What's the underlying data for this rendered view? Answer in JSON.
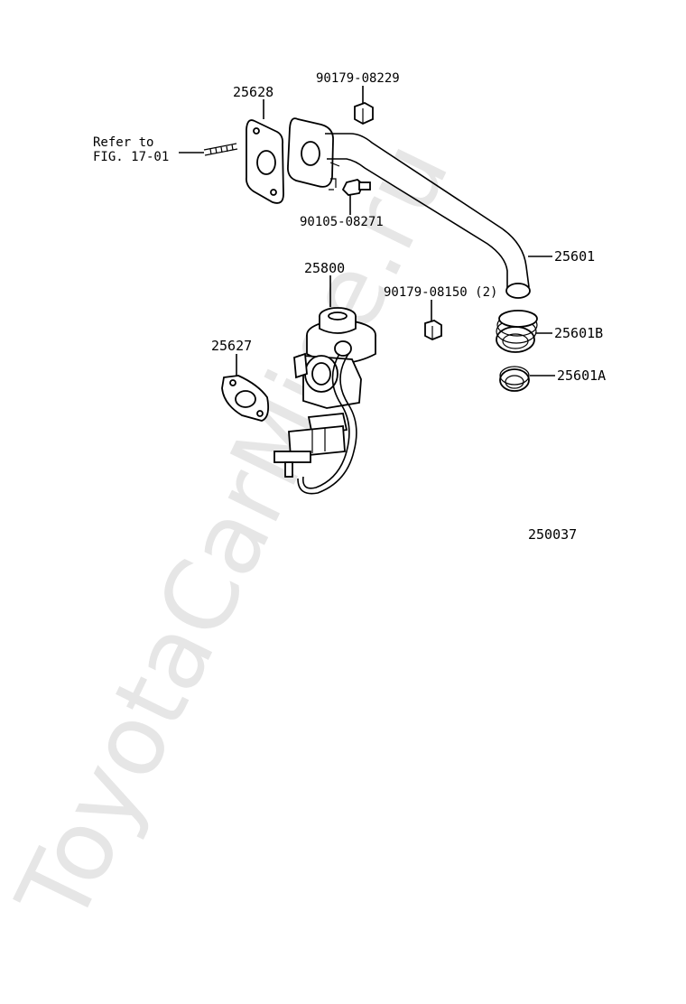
{
  "watermark": "ToyotaCarMine.ru",
  "figure_id": "250037",
  "reference_note": {
    "line1": "Refer to",
    "line2": "FIG. 17-01"
  },
  "parts": [
    {
      "id": "p25628",
      "number": "25628"
    },
    {
      "id": "p90179_08229",
      "number": "90179-08229"
    },
    {
      "id": "p90105_08271",
      "number": "90105-08271"
    },
    {
      "id": "p25601",
      "number": "25601"
    },
    {
      "id": "p25800",
      "number": "25800"
    },
    {
      "id": "p90179_08150",
      "number": "90179-08150 (2)"
    },
    {
      "id": "p25627",
      "number": "25627"
    },
    {
      "id": "p25601B",
      "number": "25601B"
    },
    {
      "id": "p25601A",
      "number": "25601A"
    }
  ]
}
